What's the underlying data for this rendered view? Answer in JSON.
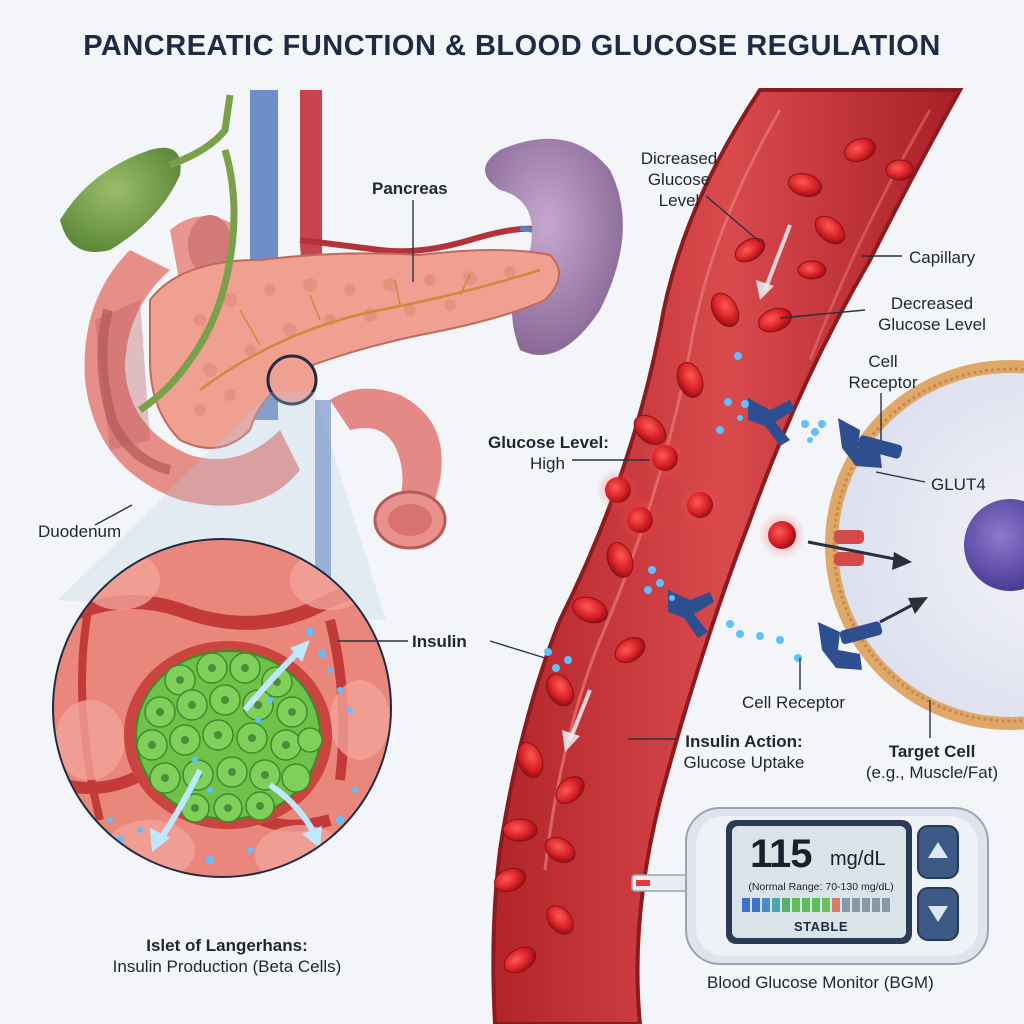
{
  "title": "PANCREATIC FUNCTION & BLOOD GLUCOSE REGULATION",
  "labels": {
    "pancreas": "Pancreas",
    "duodenum": "Duodenum",
    "decreased_glucose_top_line1": "Dicreased",
    "decreased_glucose_top_line2": "Glucose",
    "decreased_glucose_top_line3": "Level",
    "capillary": "Capillary",
    "decreased_glucose_right_line1": "Decreased",
    "decreased_glucose_right_line2": "Glucose Level",
    "cell_receptor_top_line1": "Cell",
    "cell_receptor_top_line2": "Receptor",
    "glucose_level_title": "Glucose Level:",
    "glucose_level_value": "High",
    "glut4": "GLUT4",
    "insulin": "Insulin",
    "cell_receptor_bottom": "Cell Receptor",
    "insulin_action_title": "Insulin Action:",
    "insulin_action_value": "Glucose Uptake",
    "target_cell_title": "Target Cell",
    "target_cell_sub": "(e.g., Muscle/Fat)",
    "islet_title": "Islet of Langerhans:",
    "islet_sub": "Insulin Production (Beta Cells)",
    "bgm_caption": "Blood Glucose Monitor (BGM)"
  },
  "monitor": {
    "value": "115",
    "unit": "mg/dL",
    "range": "(Normal Range: 70-130 mg/dL)",
    "status": "STABLE"
  },
  "colors": {
    "title": "#1d2b45",
    "vessel": "#b8282e",
    "blood_cell": "#d9262b",
    "insulin": "#4fb6ff",
    "beta_cells": "#6ec24a",
    "receptor": "#2e4f8f",
    "membrane": "#e0a868",
    "nucleus": "#6b55b8"
  }
}
